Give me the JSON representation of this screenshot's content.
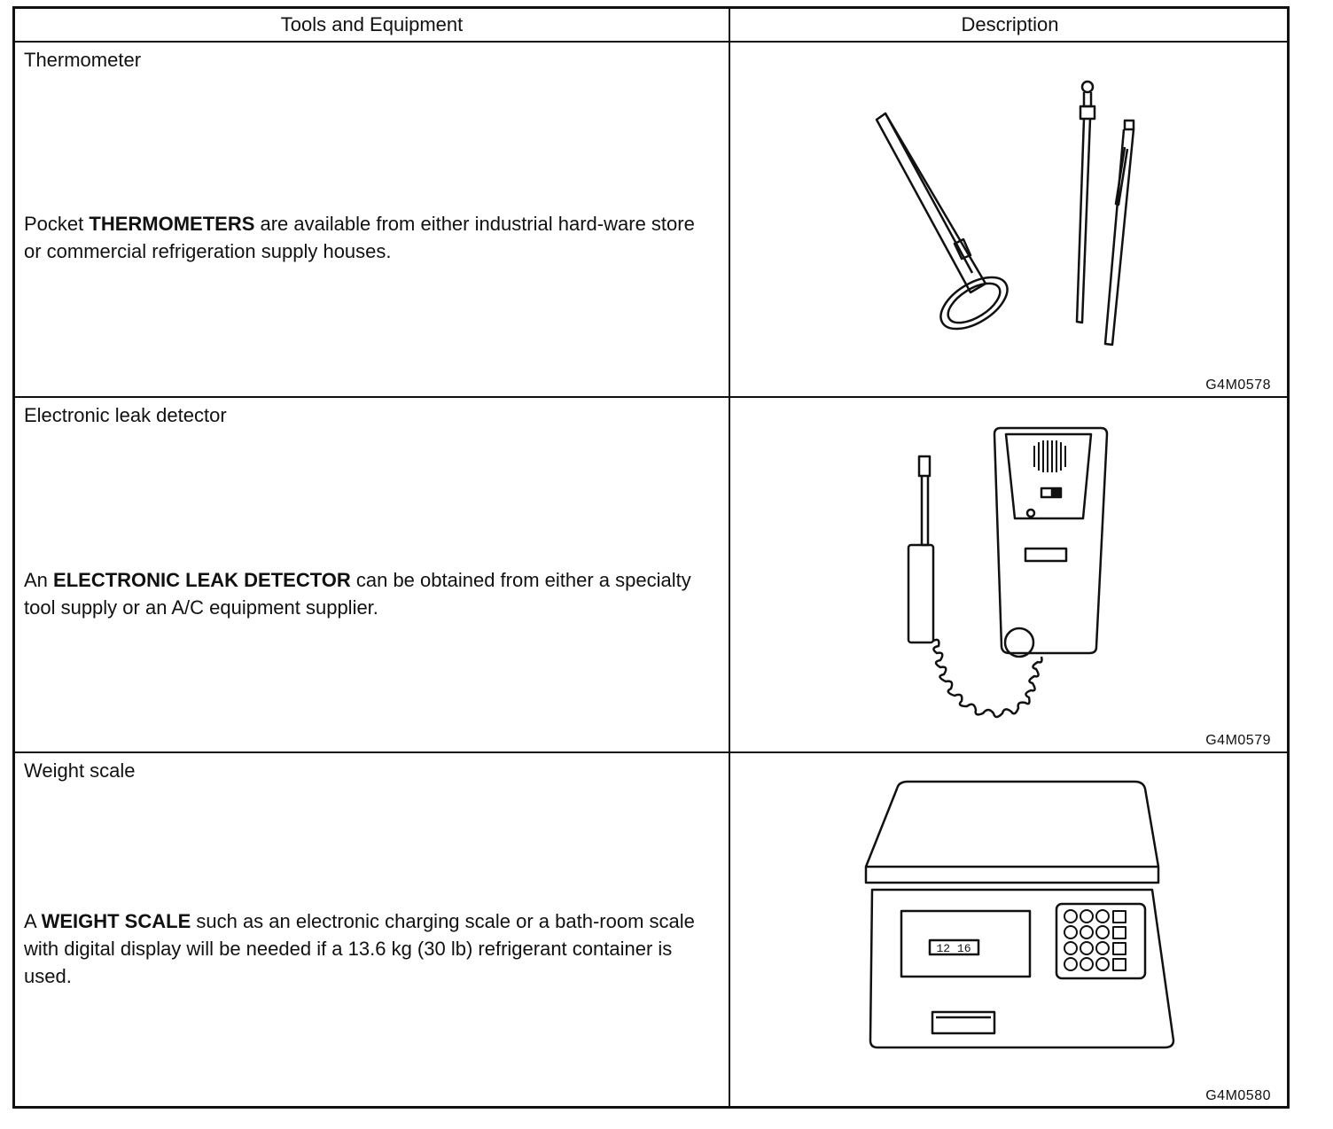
{
  "header": {
    "tools_label": "Tools and Equipment",
    "description_label": "Description"
  },
  "rows": [
    {
      "name": "Thermometer",
      "desc_pre": "Pocket ",
      "desc_bold": "THERMOMETERS",
      "desc_post": " are available from either industrial hard-ware store or commercial refrigeration supply houses.",
      "figure_code": "G4M0578",
      "figure_icon": "thermometers-illustration"
    },
    {
      "name": "Electronic leak detector",
      "desc_pre": "An ",
      "desc_bold": "ELECTRONIC LEAK DETECTOR",
      "desc_post": " can be obtained from either a specialty tool supply or an A/C equipment supplier.",
      "figure_code": "G4M0579",
      "figure_icon": "leak-detector-illustration"
    },
    {
      "name": "Weight scale",
      "desc_pre": "A ",
      "desc_bold": "WEIGHT SCALE",
      "desc_post": " such as an electronic charging scale or a bath-room scale with digital display will be needed if a 13.6 kg (30 lb) refrigerant container is used.",
      "figure_code": "G4M0580",
      "figure_icon": "weight-scale-illustration",
      "display_reading": "12 16"
    }
  ]
}
